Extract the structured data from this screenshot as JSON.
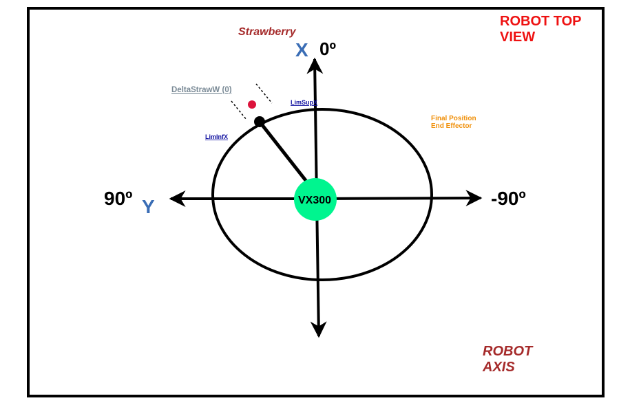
{
  "title": {
    "line1": "ROBOT TOP",
    "line2": "VIEW",
    "color": "#ee1111"
  },
  "footer": {
    "line1": "ROBOT",
    "line2": "AXIS",
    "color": "#a52a2a"
  },
  "strawberry": {
    "label": "Strawberry",
    "color": "#a52a2a",
    "dot_color": "#dc143c"
  },
  "axes": {
    "x_letter": "X",
    "y_letter": "Y",
    "letter_color": "#3a6db5",
    "top_angle": "0º",
    "left_angle": "90º",
    "right_angle": "-90º"
  },
  "robot": {
    "label": "VX300",
    "color": "#00f58f"
  },
  "labels": {
    "delta": "DeltaStrawW (0)",
    "delta_color": "#7a8a96",
    "lim_sup": "LimSupX",
    "lim_inf": "LimInfX",
    "lim_color": "#1010a0",
    "final_line1": "Final Position",
    "final_line2": "End Effector",
    "final_color": "#f0900a"
  }
}
